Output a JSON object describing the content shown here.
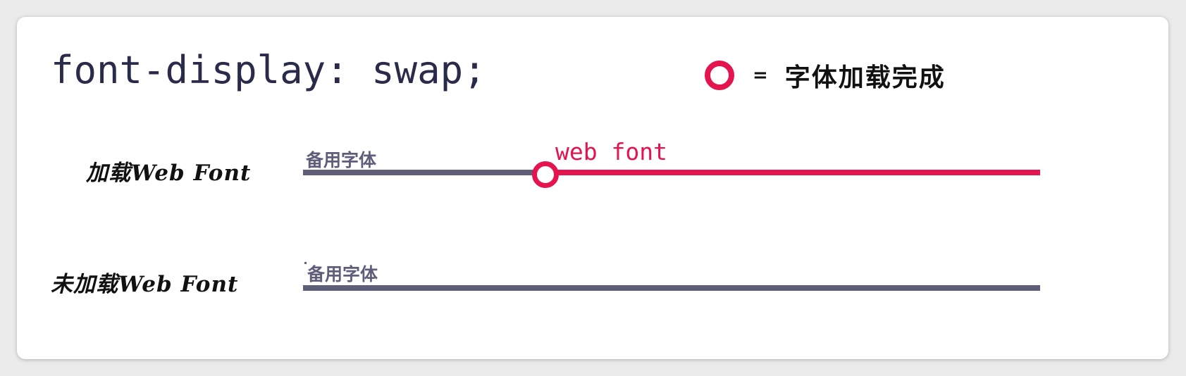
{
  "title": "font-display: swap;",
  "legend": {
    "equals": "=",
    "text": "字体加载完成",
    "marker_icon": "ring-icon",
    "color": "#e4144f"
  },
  "rows": [
    {
      "label": "加载Web Font",
      "fallback_label": "备用字体",
      "web_font_label": "web font"
    },
    {
      "label": "未加载Web Font",
      "fallback_label": "备用字体"
    }
  ],
  "colors": {
    "fallback": "#5e5e7a",
    "web_font": "#e4144f"
  }
}
